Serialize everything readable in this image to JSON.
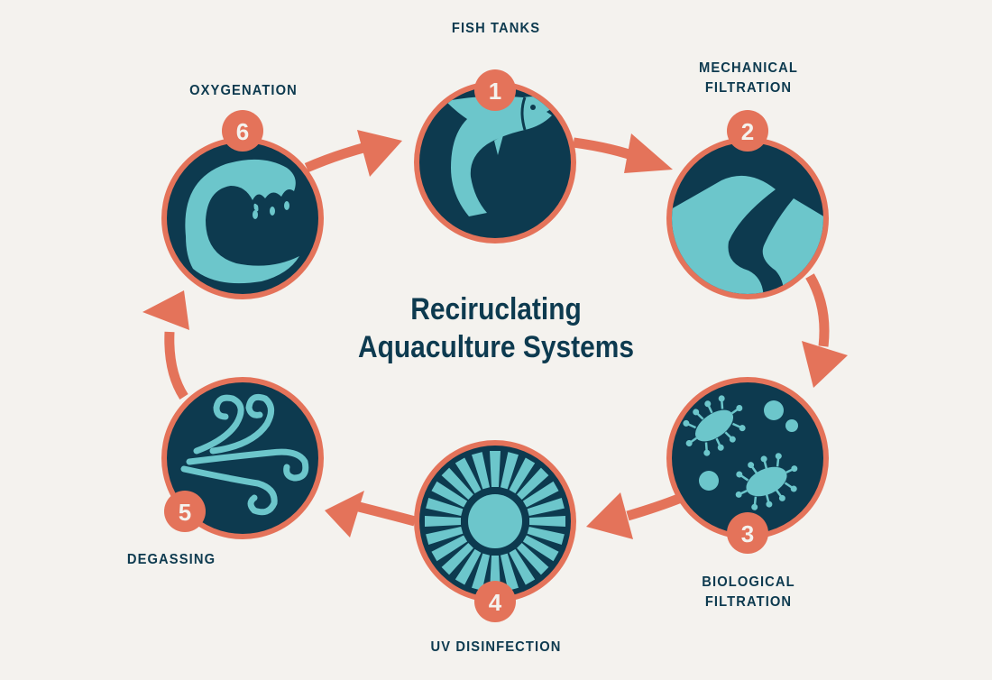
{
  "title": {
    "line1": "Reciruclating",
    "line2": "Aquaculture Systems"
  },
  "colors": {
    "background": "#f4f2ee",
    "navy": "#0d3a4f",
    "teal": "#6cc6cb",
    "coral": "#e4735a"
  },
  "steps": [
    {
      "number": "1",
      "label": "FISH TANKS",
      "icon": "fish-icon"
    },
    {
      "number": "2",
      "label_line1": "MECHANICAL",
      "label_line2": "FILTRATION",
      "icon": "river-filter-icon"
    },
    {
      "number": "3",
      "label_line1": "BIOLOGICAL",
      "label_line2": "FILTRATION",
      "icon": "bacteria-icon"
    },
    {
      "number": "4",
      "label": "UV DISINFECTION",
      "icon": "sun-rays-icon"
    },
    {
      "number": "5",
      "label": "DEGASSING",
      "icon": "wind-swirl-icon"
    },
    {
      "number": "6",
      "label": "OXYGENATION",
      "icon": "wave-icon"
    }
  ]
}
